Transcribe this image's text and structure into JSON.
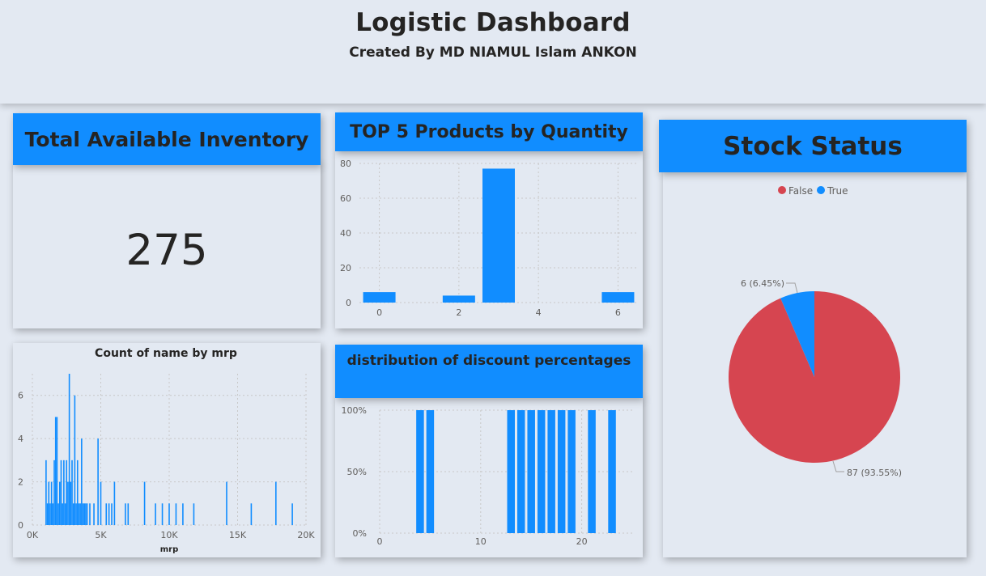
{
  "header": {
    "title": "Logistic Dashboard",
    "subtitle": "Created By MD NIAMUL Islam ANKON"
  },
  "inventory": {
    "title": "Total Available Inventory",
    "value": "275"
  },
  "top5": {
    "title": "TOP 5 Products by Quantity"
  },
  "stock": {
    "title": "Stock Status",
    "legend": [
      {
        "label": "False",
        "color": "#d64550"
      },
      {
        "label": "True",
        "color": "#118dff"
      }
    ],
    "slice_labels": [
      "87 (93.55%)",
      "6 (6.45%)"
    ]
  },
  "mrp": {
    "title": "Count of name by mrp",
    "xlabel": "mrp"
  },
  "discount": {
    "title": "distribution of discount percentages"
  },
  "chart_data": [
    {
      "id": "top5",
      "type": "bar",
      "x": [
        0,
        2,
        3,
        6
      ],
      "values": [
        6,
        4,
        77,
        6
      ],
      "xticks": [
        "0",
        "2",
        "4",
        "6"
      ],
      "yticks": [
        "0",
        "20",
        "40",
        "60",
        "80"
      ],
      "xlim": [
        -0.5,
        6.5
      ],
      "ylim": [
        0,
        80
      ],
      "grid": true,
      "color": "#118dff"
    },
    {
      "id": "stock",
      "type": "pie",
      "categories": [
        "False",
        "True"
      ],
      "values": [
        87,
        6
      ],
      "colors": [
        "#d64550",
        "#118dff"
      ]
    },
    {
      "id": "mrp",
      "type": "bar",
      "title": "Count of name by mrp",
      "xlabel": "mrp",
      "x": [
        1000,
        1100,
        1200,
        1300,
        1400,
        1500,
        1600,
        1700,
        1800,
        1900,
        2000,
        2100,
        2200,
        2300,
        2400,
        2500,
        2600,
        2700,
        2800,
        2900,
        3000,
        3100,
        3200,
        3300,
        3400,
        3500,
        3600,
        3700,
        3800,
        3900,
        4000,
        4200,
        4500,
        4800,
        5000,
        5400,
        5600,
        5800,
        6000,
        6800,
        7000,
        8200,
        9000,
        9500,
        10000,
        10500,
        11000,
        11800,
        14200,
        16000,
        17800,
        19000
      ],
      "values": [
        3,
        1,
        2,
        1,
        2,
        1,
        3,
        5,
        5,
        1,
        2,
        3,
        1,
        3,
        1,
        3,
        2,
        7,
        2,
        3,
        1,
        6,
        1,
        3,
        1,
        1,
        4,
        1,
        1,
        1,
        1,
        1,
        1,
        4,
        2,
        1,
        1,
        1,
        2,
        1,
        1,
        2,
        1,
        1,
        1,
        1,
        1,
        1,
        2,
        1,
        2,
        1
      ],
      "xticks": [
        "0K",
        "5K",
        "10K",
        "15K",
        "20K"
      ],
      "yticks": [
        "0",
        "2",
        "4",
        "6"
      ],
      "xlim": [
        0,
        20000
      ],
      "ylim": [
        0,
        7
      ],
      "grid": true,
      "color": "#118dff"
    },
    {
      "id": "discount",
      "type": "bar",
      "x": [
        4,
        5,
        13,
        14,
        15,
        16,
        17,
        18,
        19,
        21,
        23
      ],
      "values": [
        100,
        100,
        100,
        100,
        100,
        100,
        100,
        100,
        100,
        100,
        100
      ],
      "xticks": [
        "0",
        "10",
        "20"
      ],
      "yticks": [
        "0%",
        "50%",
        "100%"
      ],
      "xlim": [
        0,
        25
      ],
      "ylim": [
        0,
        100
      ],
      "grid": true,
      "color": "#118dff"
    }
  ]
}
